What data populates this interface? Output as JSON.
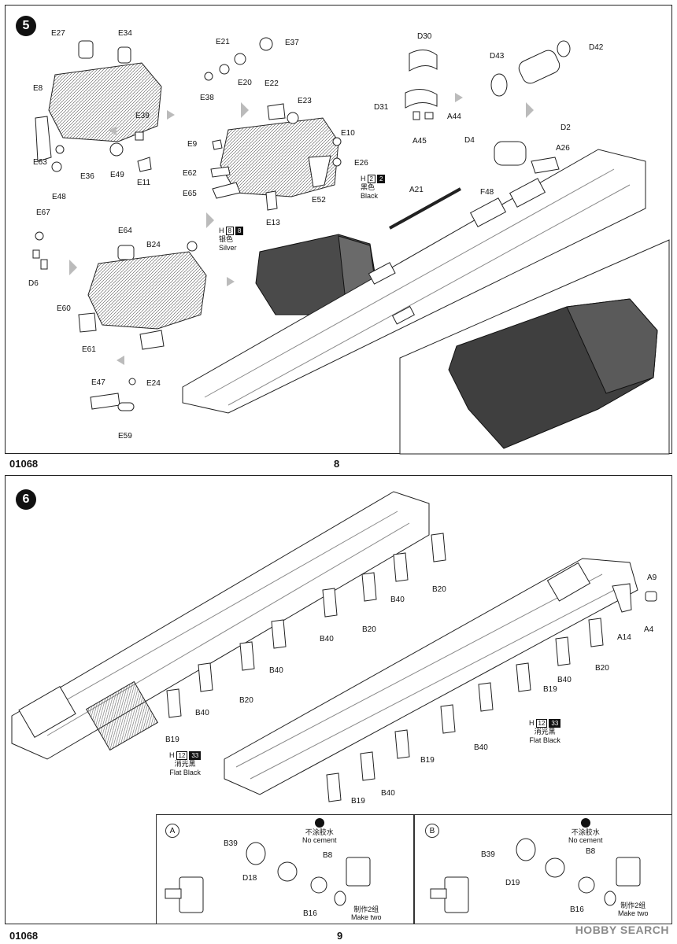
{
  "page_top": {
    "step": "5",
    "code": "01068",
    "page_number": "8",
    "labels": [
      "E27",
      "E34",
      "E8",
      "E63",
      "E36",
      "E48",
      "E39",
      "E49",
      "E11",
      "E21",
      "E37",
      "E20",
      "E38",
      "E22",
      "E23",
      "E9",
      "E10",
      "E26",
      "E62",
      "E65",
      "E13",
      "E52",
      "D30",
      "D31",
      "A44",
      "A45",
      "D43",
      "D42",
      "D2",
      "D4",
      "A26",
      "F48",
      "A21",
      "E67",
      "E64",
      "B24",
      "D6",
      "E60",
      "E61",
      "E47",
      "E24",
      "E59"
    ],
    "paint_black": {
      "code_letter": "H",
      "code_a": "2",
      "code_b": "2",
      "chinese": "黑色",
      "english": "Black"
    },
    "paint_silver": {
      "code_letter": "H",
      "code_a": "8",
      "code_b": "8",
      "chinese": "银色",
      "english": "Silver"
    }
  },
  "page_bottom": {
    "step": "6",
    "code": "01068",
    "page_number": "9",
    "labels": [
      "A9",
      "A4",
      "A14",
      "B20",
      "B40",
      "B20",
      "B40",
      "B40",
      "B20",
      "B40",
      "B19",
      "B19",
      "B40",
      "B20",
      "B40",
      "B19",
      "B40",
      "B19"
    ],
    "paint_left": {
      "code_letter": "H",
      "code_a": "12",
      "code_b": "33",
      "chinese": "消光黑",
      "english": "Flat Black"
    },
    "paint_right": {
      "code_letter": "H",
      "code_a": "12",
      "code_b": "33",
      "chinese": "消光黑",
      "english": "Flat Black"
    },
    "sub_a": {
      "letter": "A",
      "labels": [
        "B39",
        "B8",
        "D18",
        "B16"
      ],
      "no_cement_cn": "不涂胶水",
      "no_cement_en": "No cement",
      "make_two_cn": "制作2组",
      "make_two_en": "Make two"
    },
    "sub_b": {
      "letter": "B",
      "labels": [
        "B39",
        "B8",
        "D19",
        "B16"
      ],
      "no_cement_cn": "不涂胶水",
      "no_cement_en": "No cement",
      "make_two_cn": "制作2组",
      "make_two_en": "Make two"
    }
  },
  "watermark": "HOBBY SEARCH"
}
